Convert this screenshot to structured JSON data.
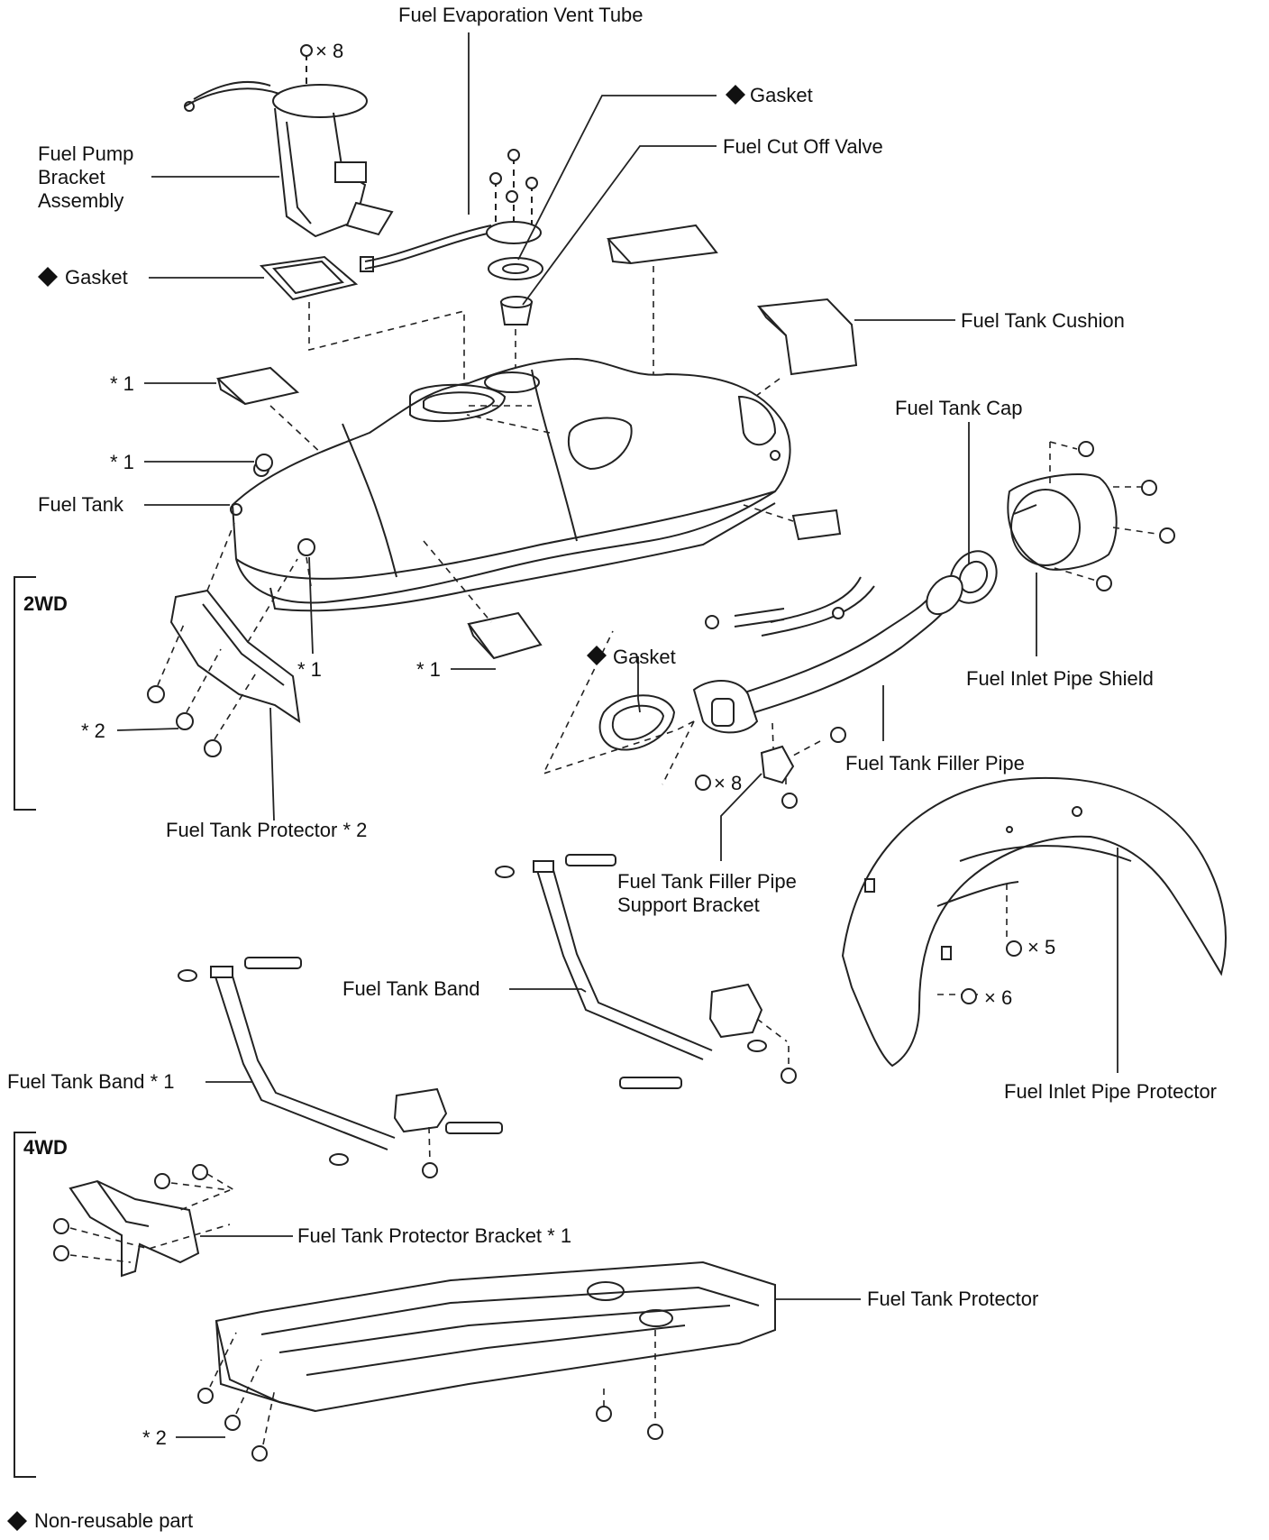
{
  "labels": {
    "evap_vent_tube": "Fuel Evaporation Vent Tube",
    "pump_bolt_qty": "× 8",
    "gasket_top": "Gasket",
    "fuel_cut_off_valve": "Fuel Cut Off Valve",
    "fuel_pump_bracket": "Fuel Pump Bracket Assembly",
    "gasket_left": "Gasket",
    "fuel_tank_cushion": "Fuel Tank Cushion",
    "star1_a": "* 1",
    "star1_b": "* 1",
    "fuel_tank_cap": "Fuel Tank Cap",
    "fuel_tank": "Fuel Tank",
    "star1_c": "* 1",
    "star1_d": "* 1",
    "gasket_filler": "Gasket",
    "fuel_inlet_pipe_shield": "Fuel Inlet Pipe Shield",
    "star2_a": "* 2",
    "filler_bolt_qty": "× 8",
    "fuel_tank_filler_pipe": "Fuel Tank Filler Pipe",
    "fuel_tank_protector_2": "Fuel Tank Protector * 2",
    "filler_pipe_support_bracket": "Fuel Tank Filler Pipe Support Bracket",
    "protector_clip_qty": "× 5",
    "protector_screw_qty": "× 6",
    "fuel_tank_band": "Fuel Tank Band",
    "fuel_tank_band_1": "Fuel Tank Band * 1",
    "fuel_inlet_pipe_protector": "Fuel Inlet Pipe Protector",
    "fuel_tank_protector_bracket": "Fuel Tank Protector Bracket * 1",
    "fuel_tank_protector": "Fuel Tank Protector",
    "star2_b": "* 2",
    "legend_non_reusable": "Non-reusable part"
  },
  "sections": {
    "two_wd": "2WD",
    "four_wd": "4WD"
  },
  "colors": {
    "ink": "#111111",
    "paper": "#ffffff"
  },
  "icons": {
    "non_reusable_marker": "black-diamond"
  }
}
